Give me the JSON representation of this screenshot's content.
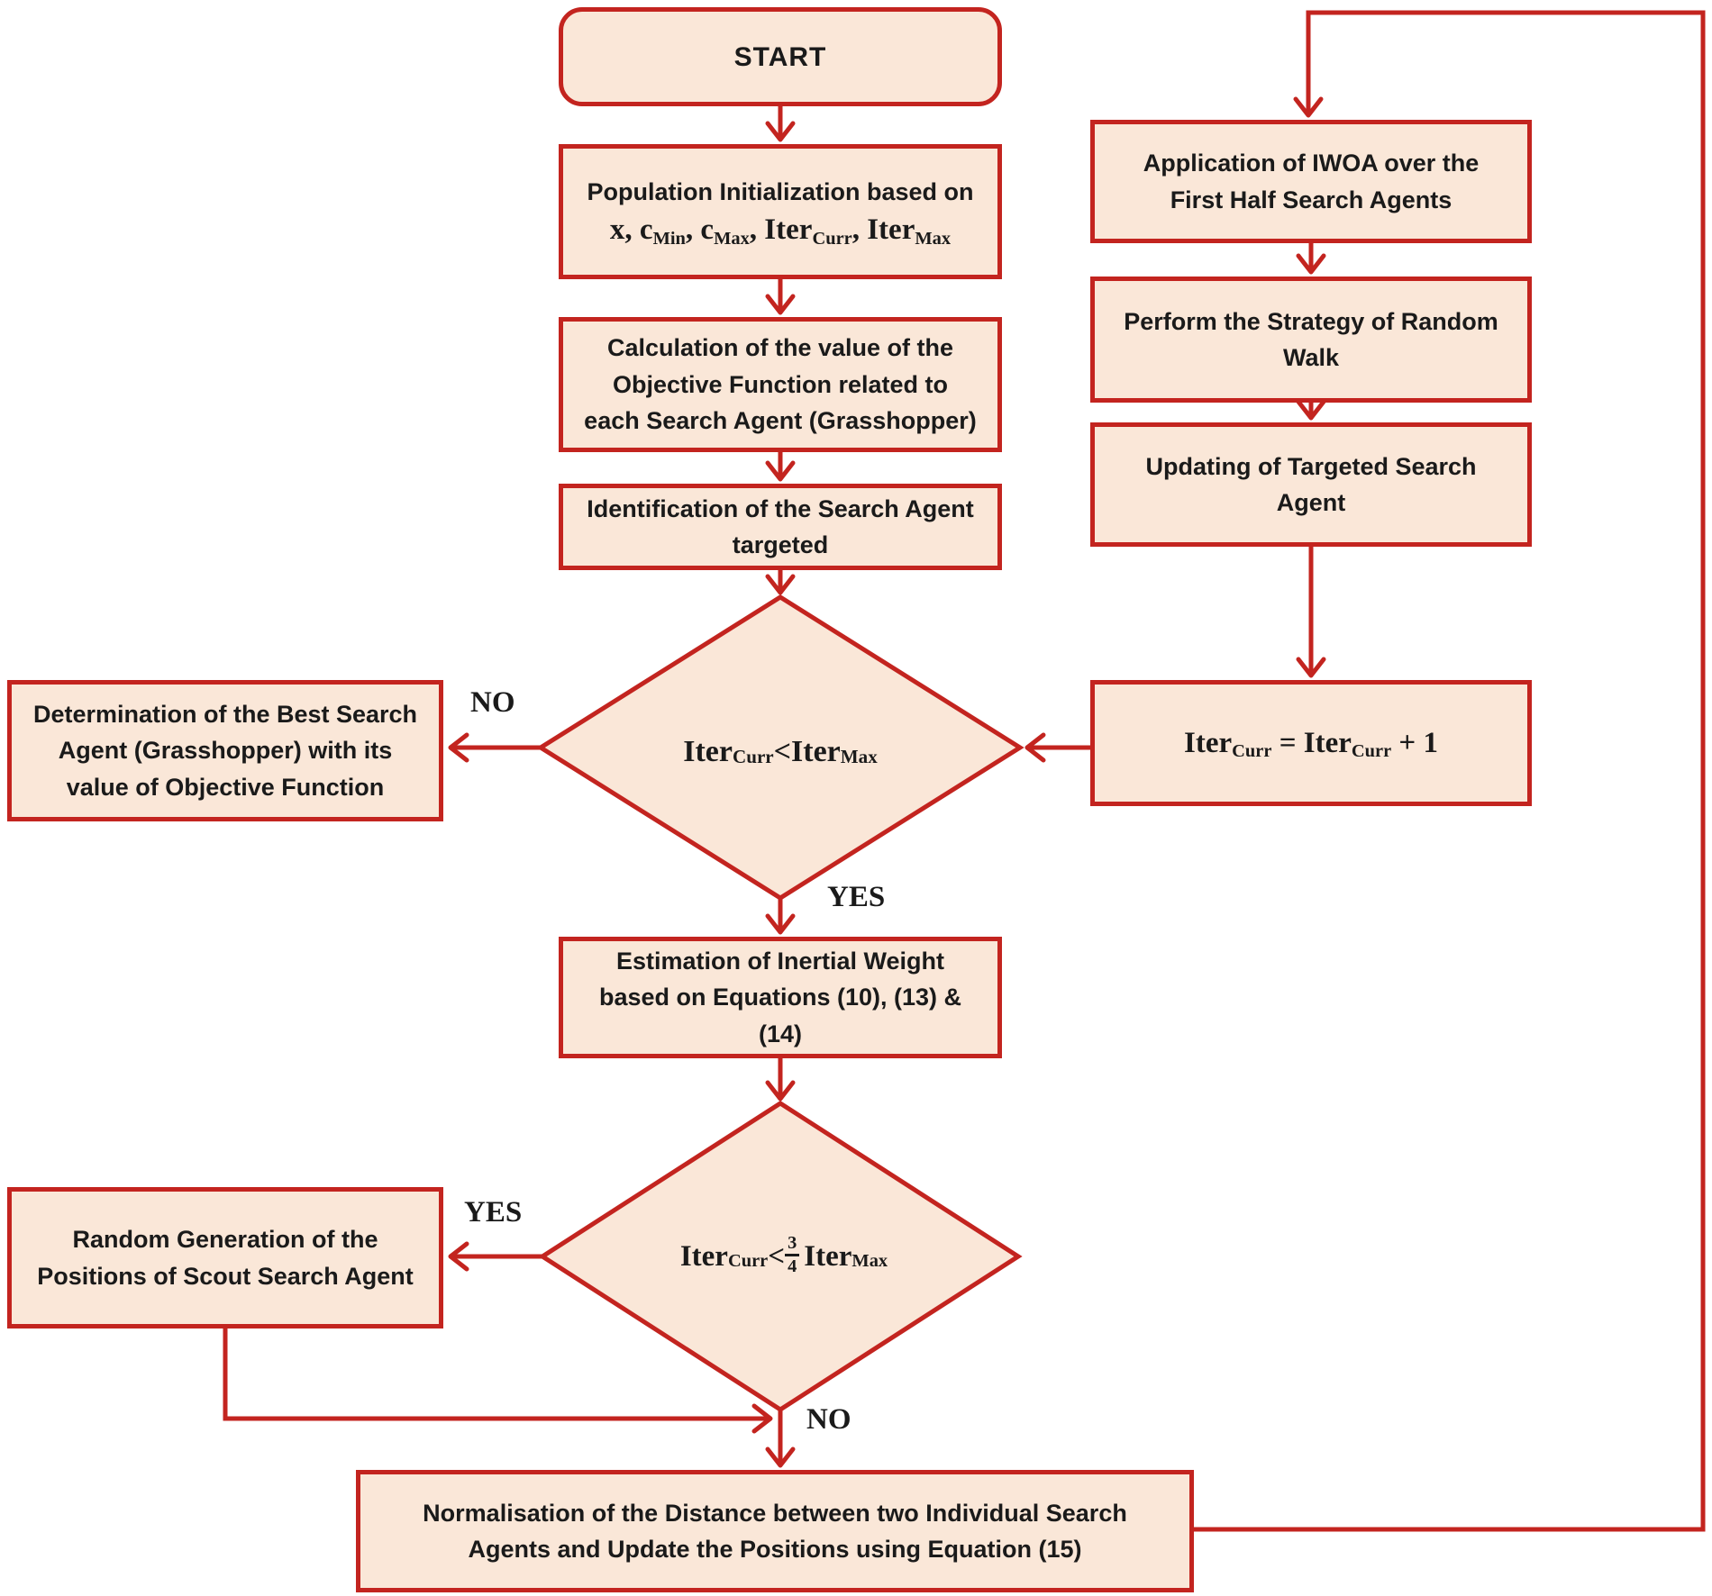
{
  "palette": {
    "border": "#c3241f",
    "fill": "#fae7d8",
    "text": "#1a1a1a",
    "bg": "#ffffff"
  },
  "nodes": {
    "start": {
      "label": "START"
    },
    "population_init": {
      "line1": "Population Initialization based on",
      "params": [
        {
          "t": "x, c"
        },
        {
          "s": "Min"
        },
        {
          "t": ", c"
        },
        {
          "s": "Max"
        },
        {
          "t": ", Iter"
        },
        {
          "s": "Curr"
        },
        {
          "t": ", Iter"
        },
        {
          "s": "Max"
        }
      ]
    },
    "calc_objective": {
      "label": "Calculation of the value of the\nObjective Function related to\neach Search Agent (Grasshopper)"
    },
    "identify_agent": {
      "label": "Identification of the Search Agent\ntargeted"
    },
    "decision_iter_max": {
      "expr": [
        {
          "t": "Iter"
        },
        {
          "s": "Curr"
        },
        {
          "t": "<Iter"
        },
        {
          "s": "Max"
        }
      ]
    },
    "determine_best": {
      "label": "Determination of the Best Search\nAgent (Grasshopper) with its\nvalue of Objective Function"
    },
    "estimate_inertial": {
      "label": "Estimation of Inertial Weight\nbased on Equations (10), (13) &\n(14)"
    },
    "decision_iter_three_quarters": {
      "expr": [
        {
          "t": "Iter"
        },
        {
          "s": "Curr"
        },
        {
          "t": "<"
        },
        {
          "b": 1
        },
        {
          "f": [
            "3",
            "4"
          ]
        },
        {
          "t": " Iter"
        },
        {
          "s": "Max"
        }
      ]
    },
    "random_scout": {
      "label": "Random Generation of the\nPositions of Scout Search Agent"
    },
    "normalisation": {
      "label": "Normalisation of the Distance between two Individual Search\nAgents and Update the Positions using Equation (15)"
    },
    "application_iwoa": {
      "label": "Application of IWOA over the\nFirst Half Search Agents"
    },
    "random_walk": {
      "label": "Perform the Strategy of Random\nWalk"
    },
    "updating_target": {
      "label": "Updating of Targeted Search\nAgent"
    },
    "iter_increment": {
      "expr": [
        {
          "t": "Iter"
        },
        {
          "s": "Curr"
        },
        {
          "t": " = Iter"
        },
        {
          "s": "Curr"
        },
        {
          "t": " + 1"
        }
      ]
    }
  },
  "edge_labels": {
    "no_to_best": "NO",
    "yes_to_inertial": "YES",
    "yes_to_scout": "YES",
    "no_to_normalise": "NO"
  }
}
